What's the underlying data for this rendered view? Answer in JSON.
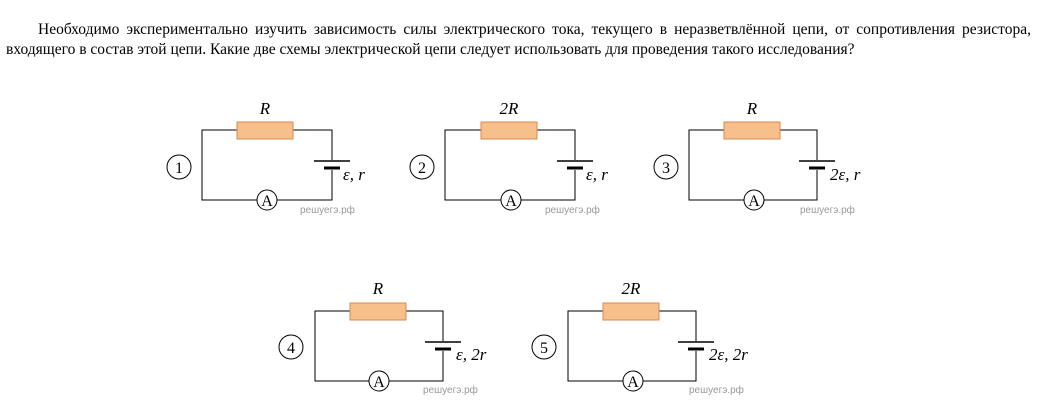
{
  "question": "Необходимо экспериментально изучить зависимость силы электрического тока, текущего в неразветвлённой цепи, от сопротивления резистора, входящего в состав этой цепи. Какие две схемы электрической цепи следует использовать для проведения такого исследования?",
  "ammeter_symbol": "A",
  "watermark": "решуегэ.рф",
  "colors": {
    "resistor_fill": "#f7c08a",
    "resistor_stroke": "#d9894d",
    "wire": "#000000"
  },
  "circuits": [
    {
      "number": "1",
      "resistor": "R",
      "source": "ε, r"
    },
    {
      "number": "2",
      "resistor": "2R",
      "source": "ε, r"
    },
    {
      "number": "3",
      "resistor": "R",
      "source": "2ε, r"
    },
    {
      "number": "4",
      "resistor": "R",
      "source": "ε, 2r"
    },
    {
      "number": "5",
      "resistor": "2R",
      "source": "2ε, 2r"
    }
  ]
}
